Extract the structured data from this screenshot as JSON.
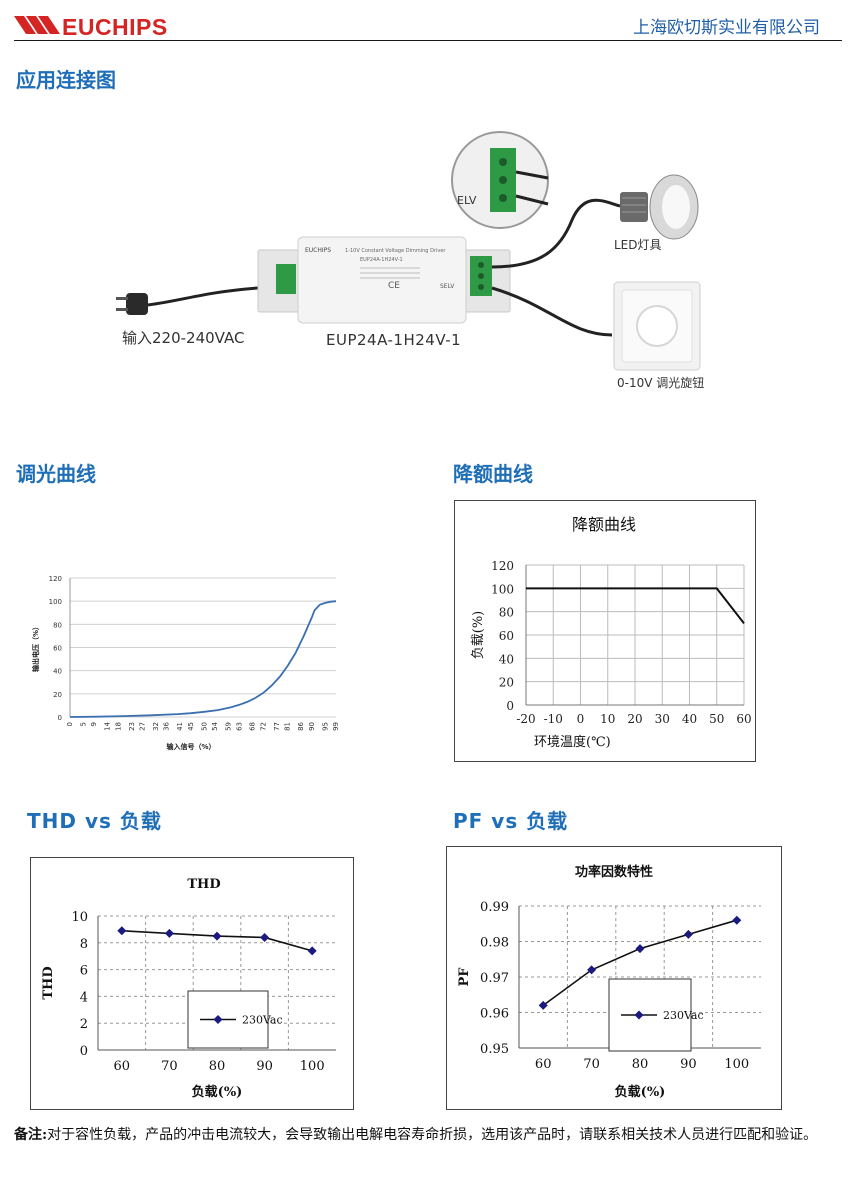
{
  "header": {
    "brand": "EUCHIPS",
    "company": "上海欧切斯实业有限公司"
  },
  "sections": {
    "connection": "应用连接图",
    "dimming": "调光曲线",
    "derating": "降额曲线",
    "thd": "THD vs 负载",
    "pf": "PF vs 负载"
  },
  "diagram": {
    "input_label": "输入220-240VAC",
    "model_label": "EUP24A-1H24V-1",
    "led_label": "LED灯具",
    "dimmer_label": "0-10V 调光旋钮",
    "elv_label": "ELV",
    "selv_label": "SELV",
    "device_brand": "EUCHIPS",
    "device_desc": "1-10V Constant Voltage Dimming Driver",
    "device_model": "EUP24A-1H24V-1",
    "ce_mark": "CE"
  },
  "note": {
    "label": "备注:",
    "text": "对于容性负载，产品的冲击电流较大，会导致输出电解电容寿命折损，选用该产品时，请联系相关技术人员进行匹配和验证。"
  },
  "chart_data": [
    {
      "type": "line",
      "xlabel": "输入信号（%）",
      "ylabel": "输出电压（%）",
      "xticks": [
        "0",
        "5",
        "9",
        "14",
        "18",
        "23",
        "27",
        "32",
        "36",
        "41",
        "45",
        "50",
        "54",
        "59",
        "63",
        "68",
        "72",
        "77",
        "81",
        "86",
        "90",
        "95",
        "99"
      ],
      "ylim": [
        0,
        120
      ],
      "yticks": [
        0,
        20,
        40,
        60,
        80,
        100,
        120
      ],
      "x": [
        0,
        10,
        20,
        30,
        40,
        45,
        50,
        55,
        60,
        63,
        66,
        69,
        72,
        75,
        78,
        81,
        84,
        87,
        90,
        91,
        93,
        95,
        97,
        99
      ],
      "y": [
        0,
        0.3,
        0.8,
        1.5,
        2.5,
        3.3,
        4.5,
        6.0,
        8.5,
        10.5,
        13.0,
        16.5,
        21.0,
        27.0,
        34.5,
        44.0,
        55.5,
        70.0,
        86.0,
        92.0,
        97.0,
        98.5,
        99.5,
        100
      ]
    },
    {
      "type": "line",
      "title": "降额曲线",
      "xlabel": "环境温度(℃)",
      "ylabel": "负载(%)",
      "xlim": [
        -20,
        60
      ],
      "ylim": [
        0,
        120
      ],
      "xticks": [
        -20,
        -10,
        0,
        10,
        20,
        30,
        40,
        50,
        60
      ],
      "yticks": [
        0,
        20,
        40,
        60,
        80,
        100,
        120
      ],
      "x": [
        -20,
        50,
        60
      ],
      "y": [
        100,
        100,
        70
      ]
    },
    {
      "type": "line",
      "title": "THD",
      "xlabel": "负载(%)",
      "ylabel": "THD",
      "ylim": [
        0,
        10
      ],
      "yticks": [
        0,
        2,
        4,
        6,
        8,
        10
      ],
      "categories": [
        "60",
        "70",
        "80",
        "90",
        "100"
      ],
      "series": [
        {
          "name": "230Vac",
          "values": [
            8.9,
            8.7,
            8.5,
            8.4,
            7.4
          ],
          "color": "#1a1a80"
        }
      ]
    },
    {
      "type": "line",
      "title": "功率因数特性",
      "xlabel": "负载(%)",
      "ylabel": "PF",
      "ylim": [
        0.95,
        0.99
      ],
      "yticks": [
        "0.95",
        "0.96",
        "0.97",
        "0.98",
        "0.99"
      ],
      "categories": [
        "60",
        "70",
        "80",
        "90",
        "100"
      ],
      "series": [
        {
          "name": "230Vac",
          "values": [
            0.962,
            0.972,
            0.978,
            0.982,
            0.986
          ],
          "color": "#1a1a80"
        }
      ]
    }
  ]
}
